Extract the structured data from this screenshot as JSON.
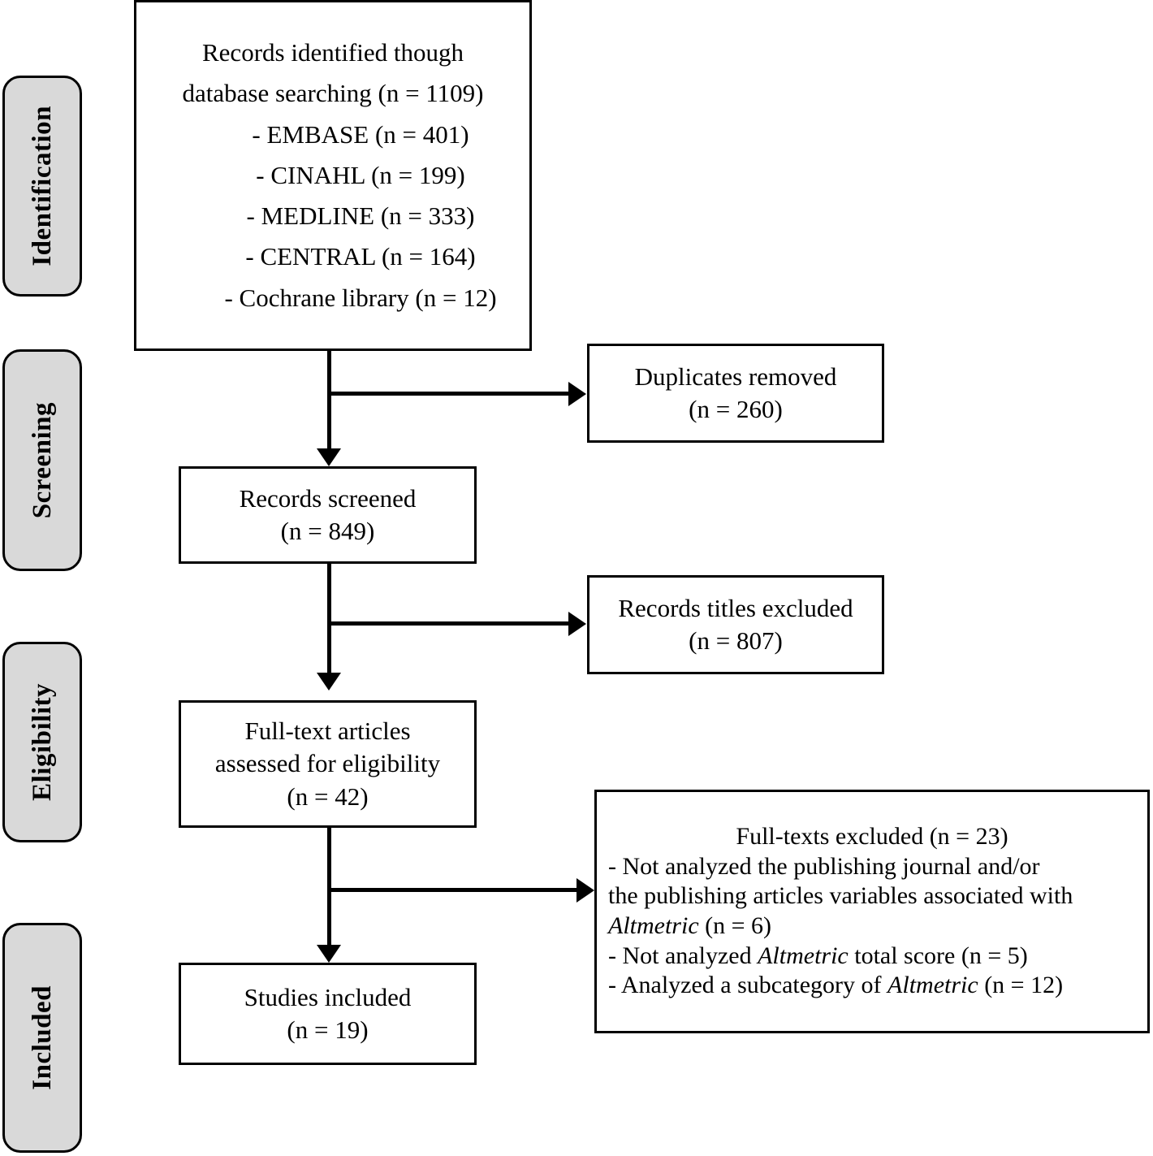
{
  "figure": {
    "type": "prisma-flow-diagram"
  },
  "stages": [
    {
      "label": "Identification"
    },
    {
      "label": "Screening"
    },
    {
      "label": "Eligibility"
    },
    {
      "label": "Included"
    }
  ],
  "boxes": {
    "identified": {
      "lines": [
        "Records identified though",
        "database searching (n = 1109)",
        "- EMBASE (n = 401)",
        "- CINAHL (n = 199)",
        "- MEDLINE (n = 333)",
        "- CENTRAL (n = 164)",
        "- Cochrane library (n = 12)"
      ]
    },
    "duplicates_removed": {
      "lines": [
        "Duplicates removed",
        "(n = 260)"
      ]
    },
    "records_screened": {
      "lines": [
        "Records screened",
        "(n = 849)"
      ]
    },
    "records_titles_excluded": {
      "lines": [
        "Records titles excluded",
        "(n = 807)"
      ]
    },
    "fulltext_assessed": {
      "lines": [
        "Full-text articles",
        "assessed for eligibility",
        "(n = 42)"
      ]
    },
    "fulltext_excluded": {
      "title": "Full-texts excluded (n = 23)",
      "line1": "- Not analyzed the publishing journal and/or",
      "line2": "the publishing articles variables associated with",
      "line3_pre": "",
      "line3_em": "Altmetric",
      "line3_post": " (n = 6)",
      "line4_pre": "- Not analyzed ",
      "line4_em": "Altmetric",
      "line4_post": " total score (n = 5)",
      "line5_pre": "- Analyzed a subcategory of ",
      "line5_em": "Altmetric",
      "line5_post": " (n = 12)"
    },
    "studies_included": {
      "lines": [
        "Studies included",
        "(n = 19)"
      ]
    }
  },
  "colors": {
    "stage_fill": "#d9d9d9",
    "stroke": "#000000",
    "box_fill": "#ffffff",
    "page_background": "#ffffff"
  }
}
